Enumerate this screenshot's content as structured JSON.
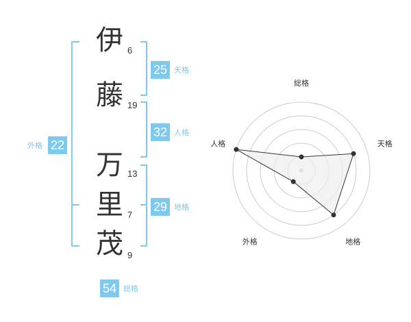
{
  "name": {
    "characters": [
      {
        "char": "伊",
        "strokes": "6"
      },
      {
        "char": "藤",
        "strokes": "19"
      },
      {
        "char": "万",
        "strokes": "13"
      },
      {
        "char": "里",
        "strokes": "7"
      },
      {
        "char": "茂",
        "strokes": "9"
      }
    ]
  },
  "fortunes": {
    "tenkaku": {
      "value": "25",
      "label": "天格"
    },
    "jinkaku": {
      "value": "32",
      "label": "人格"
    },
    "chikaku": {
      "value": "29",
      "label": "地格"
    },
    "gaikaku": {
      "value": "22",
      "label": "外格"
    },
    "soukaku": {
      "value": "54",
      "label": "総格"
    }
  },
  "colors": {
    "accent": "#7dc9f0",
    "text": "#333333",
    "grid": "#cccccc",
    "fill": "#eeeeee"
  },
  "chart_data": {
    "type": "radar",
    "axes": [
      "総格",
      "天格",
      "地格",
      "外格",
      "人格"
    ],
    "values": [
      1,
      4,
      4,
      1,
      5
    ],
    "max": 5
  }
}
